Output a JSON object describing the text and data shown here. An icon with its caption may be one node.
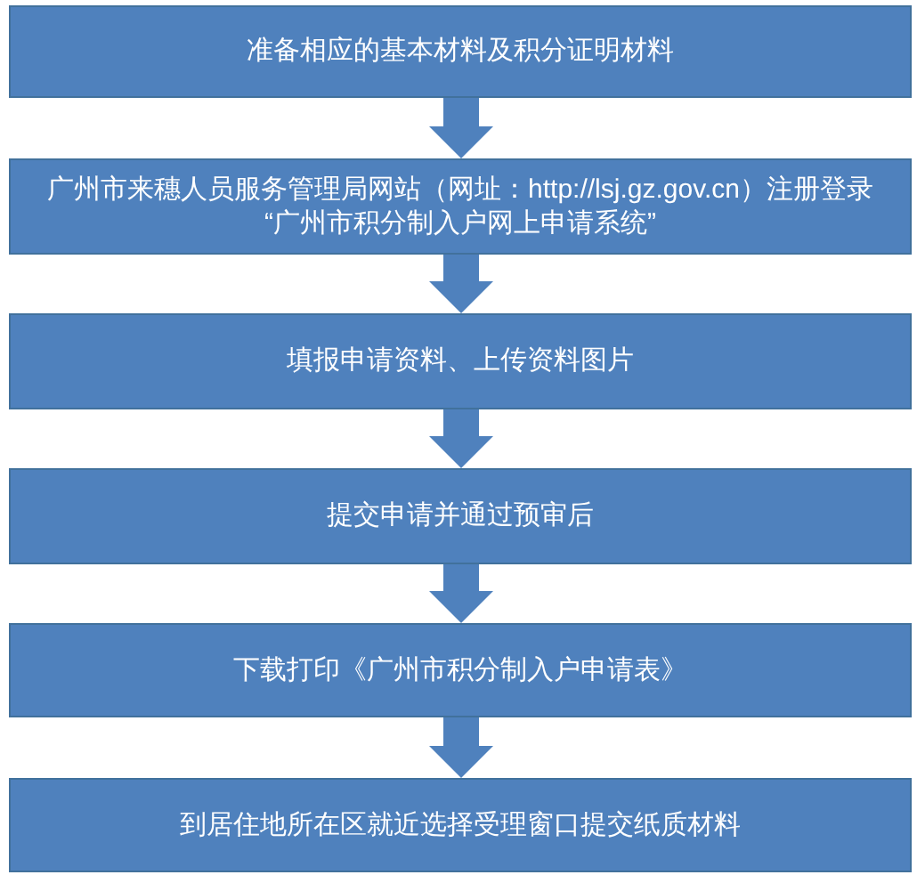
{
  "diagram": {
    "nodes": [
      {
        "text": [
          "准备相应的基本材料及积分证明材料"
        ]
      },
      {
        "text": [
          "广州市来穗人员服务管理局网站（网址：http://lsj.gz.gov.cn）注册登录“广州市积分制入户网上申请系统”"
        ]
      },
      {
        "text": [
          "填报申请资料、上传资料图片"
        ]
      },
      {
        "text": [
          "提交申请并通过预审后"
        ]
      },
      {
        "text": [
          "下载打印《广州市积分制入户申请表》"
        ]
      },
      {
        "text": [
          "到居住地所在区就近选择受理窗口提交纸质材料"
        ]
      }
    ],
    "edges": [
      {
        "from": 0,
        "to": 1,
        "arrow": "to"
      },
      {
        "from": 1,
        "to": 2,
        "arrow": "to"
      },
      {
        "from": 2,
        "to": 3,
        "arrow": "to"
      },
      {
        "from": 3,
        "to": 4,
        "arrow": "to"
      },
      {
        "from": 4,
        "to": 5,
        "arrow": "to"
      }
    ]
  }
}
